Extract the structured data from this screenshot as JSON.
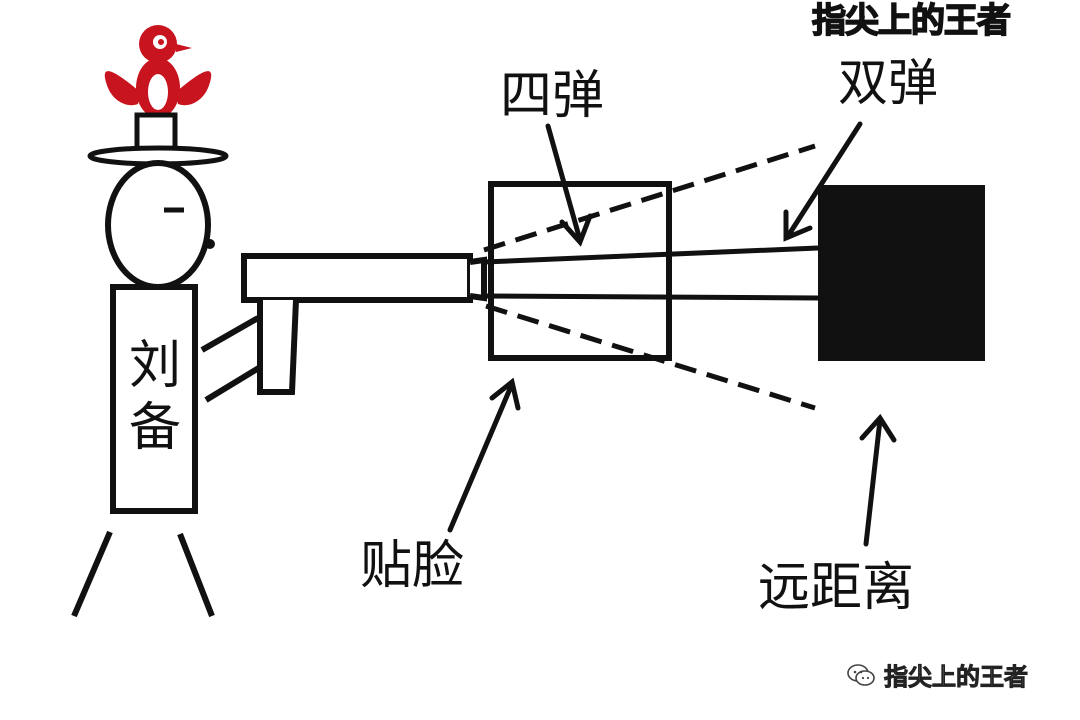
{
  "watermark": "指尖上的王者",
  "labels": {
    "four_pellets": "四弹",
    "two_pellets": "双弹",
    "point_blank": "贴脸",
    "long_range": "远距离"
  },
  "character": {
    "name_line1": "刘",
    "name_line2": "备"
  },
  "wechat_badge": {
    "icon": "wechat-icon",
    "text": "指尖上的王者"
  },
  "colors": {
    "ink": "#111111",
    "bird": "#c8141e",
    "background": "#ffffff"
  }
}
